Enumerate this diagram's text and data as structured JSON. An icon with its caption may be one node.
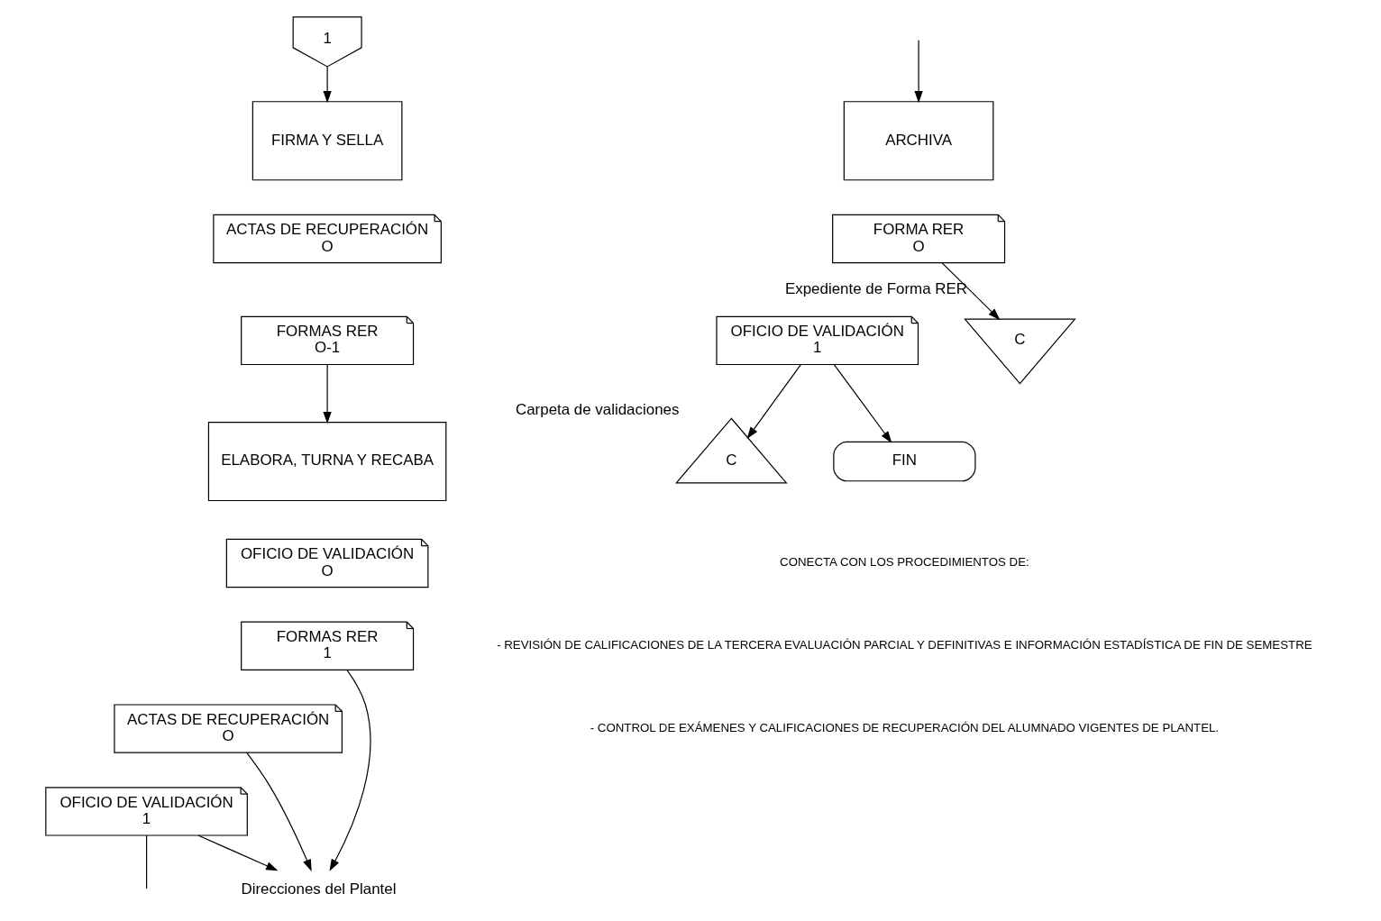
{
  "diagram": {
    "nodes": [
      {
        "text": [
          "1"
        ]
      },
      {
        "text": [
          "FIRMA Y SELLA"
        ]
      },
      {
        "text": [
          "ACTAS DE RECUPERACIÓN",
          "O"
        ]
      },
      {
        "text": [
          "FORMAS RER",
          "O-1"
        ]
      },
      {
        "text": [
          "ELABORA, TURNA Y RECABA"
        ]
      },
      {
        "text": [
          "OFICIO DE VALIDACIÓN",
          "O"
        ]
      },
      {
        "text": [
          "FORMAS RER",
          "1"
        ]
      },
      {
        "text": [
          "ACTAS DE RECUPERACIÓN",
          "O"
        ]
      },
      {
        "text": [
          "OFICIO DE VALIDACIÓN",
          "1"
        ]
      },
      {
        "text": [
          "Direcciones del Plantel"
        ]
      },
      {
        "text": [
          "ARCHIVA"
        ]
      },
      {
        "text": [
          "FORMA RER",
          "O"
        ]
      },
      {
        "text": [
          "OFICIO DE VALIDACIÓN",
          "1"
        ]
      },
      {
        "text": [
          "C"
        ],
        "beside": [
          "Expediente de Forma RER"
        ]
      },
      {
        "text": [
          "C"
        ],
        "beside": [
          "Carpeta de validaciones"
        ]
      },
      {
        "text": [
          "FIN"
        ]
      }
    ],
    "edges": [
      {
        "from": 0,
        "to": 1,
        "arrow": "to"
      },
      {
        "from": 3,
        "to": 4,
        "arrow": "to"
      },
      {
        "from": 6,
        "to": 9,
        "arrow": "to"
      },
      {
        "from": 7,
        "to": 9,
        "arrow": "to"
      },
      {
        "from": 8,
        "to": 9,
        "arrow": "to"
      },
      {
        "from": 8,
        "to": null,
        "arrow": "none"
      },
      {
        "from": null,
        "to": 10,
        "arrow": "to"
      },
      {
        "from": 11,
        "to": 13,
        "arrow": "to"
      },
      {
        "from": 12,
        "to": 14,
        "arrow": "to"
      },
      {
        "from": 12,
        "to": 15,
        "arrow": "to"
      }
    ],
    "labels": [
      "CONECTA CON LOS PROCEDIMIENTOS DE:",
      "- REVISIÓN DE CALIFICACIONES DE LA TERCERA EVALUACIÓN PARCIAL Y DEFINITIVAS E INFORMACIÓN ESTADÍSTICA DE FIN DE SEMESTRE",
      "- CONTROL DE EXÁMENES Y CALIFICACIONES DE RECUPERACIÓN DEL ALUMNADO VIGENTES DE PLANTEL."
    ]
  }
}
